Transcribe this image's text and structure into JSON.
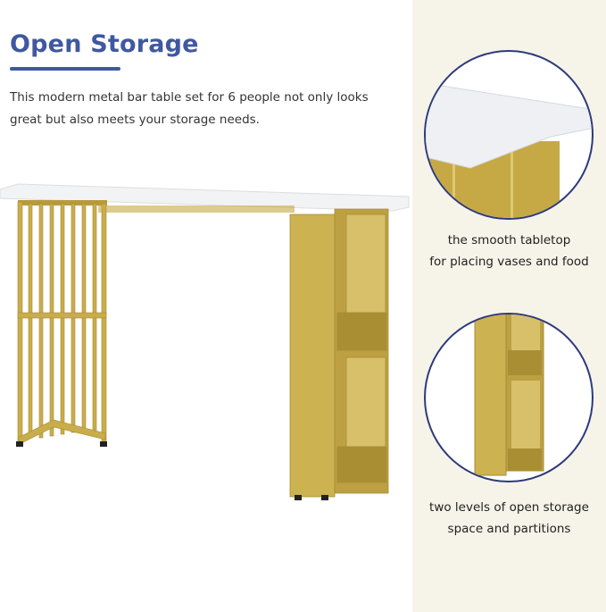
{
  "heading": "Open Storage",
  "description": [
    "This modern metal bar  table set for 6 people not only looks",
    "great but also meets your storage needs."
  ],
  "callouts": [
    {
      "lines": [
        "the smooth tabletop",
        "for placing vases and food"
      ]
    },
    {
      "lines": [
        "two levels of open storage",
        "space and partitions"
      ]
    }
  ],
  "colors": {
    "heading": "#3f58a0",
    "panel": "#f6f3e9",
    "gold": "#c6a945",
    "circle_border": "#2e3a7c"
  }
}
